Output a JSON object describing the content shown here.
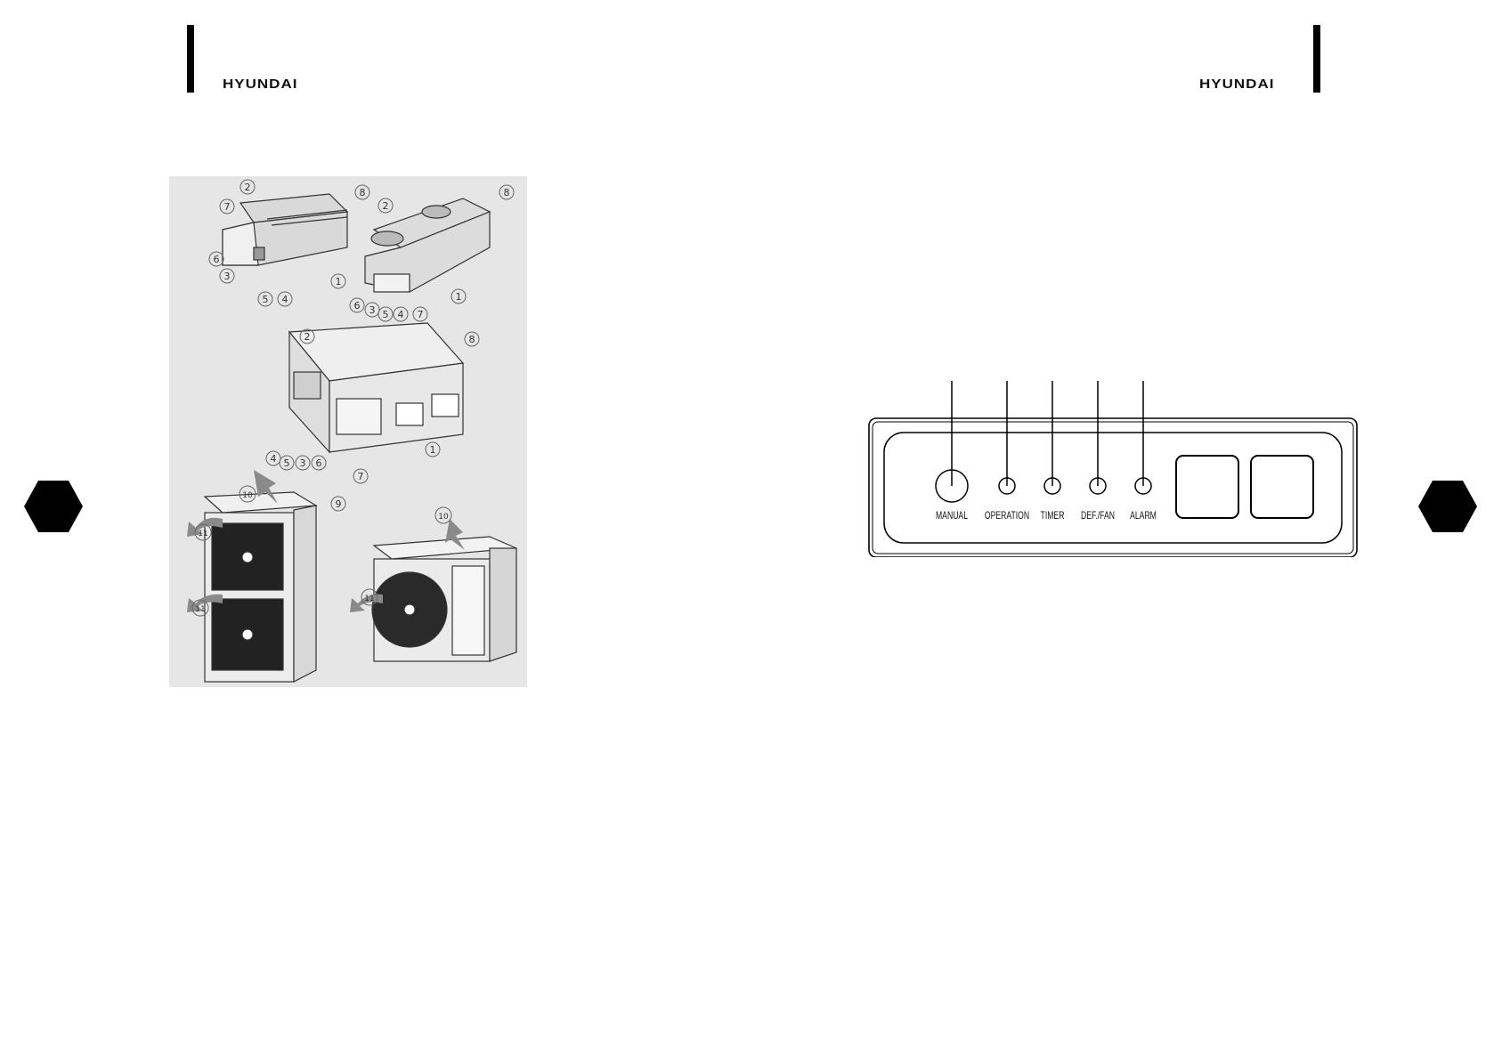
{
  "left_page": {
    "brand": "HYUNDAI",
    "callouts": [
      "1",
      "2",
      "3",
      "4",
      "5",
      "6",
      "7",
      "8",
      "9",
      "10",
      "11"
    ]
  },
  "right_page": {
    "brand": "HYUNDAI",
    "panel": {
      "indicators": [
        {
          "label": "MANUAL"
        },
        {
          "label": "OPERATION"
        },
        {
          "label": "TIMER"
        },
        {
          "label": "DEF./FAN"
        },
        {
          "label": "ALARM"
        }
      ]
    }
  },
  "colors": {
    "ink": "#000000",
    "paper": "#ffffff",
    "drawing_gray": "#cfcfcf"
  }
}
